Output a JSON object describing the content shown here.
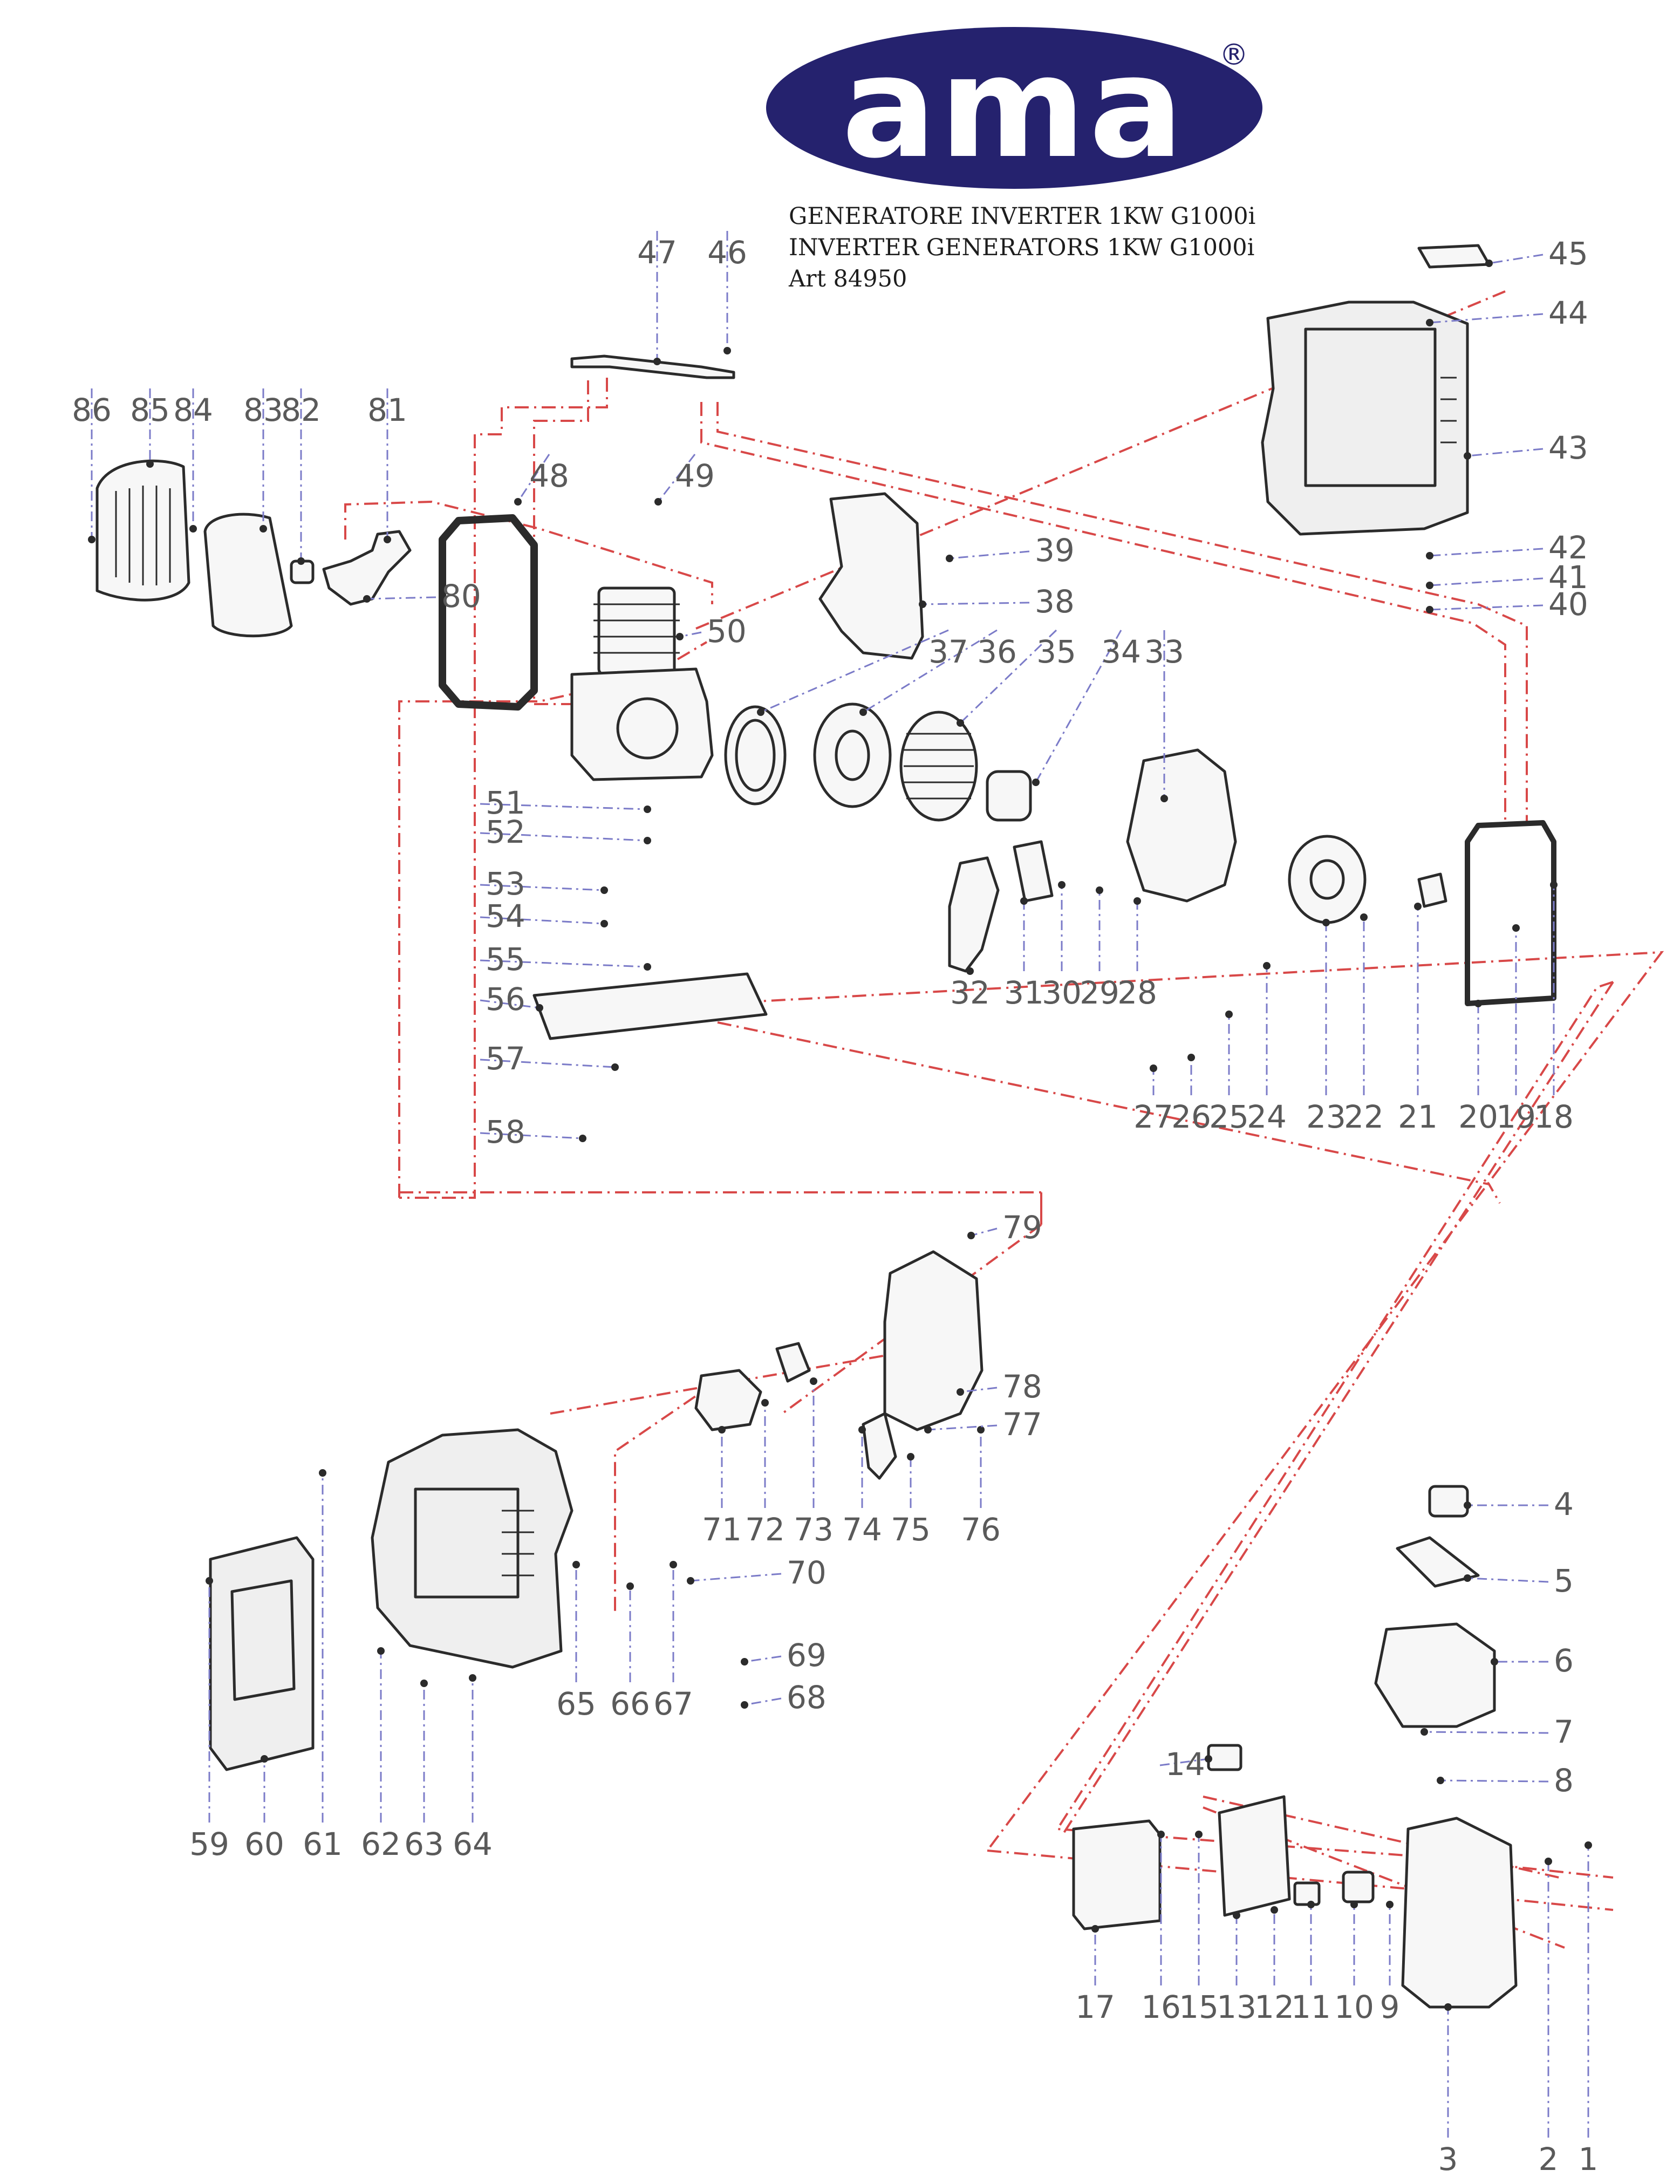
{
  "brand": {
    "name": "ama",
    "registered_mark": "®",
    "colors": {
      "oval": "#25226e",
      "text": "#ffffff"
    }
  },
  "title": {
    "line1": "GENERATORE INVERTER 1KW G1000i",
    "line2": "INVERTER GENERATORS 1KW G1000i",
    "line3": "Art 84950"
  },
  "colors": {
    "outline": "#2b2b2b",
    "callout_text": "#5a5a5a",
    "leader": "#7b7bc8",
    "assembly_line": "#d84848"
  },
  "callouts": [
    "1",
    "2",
    "3",
    "4",
    "5",
    "6",
    "7",
    "8",
    "9",
    "10",
    "11",
    "12",
    "13",
    "14",
    "15",
    "16",
    "17",
    "18",
    "19",
    "20",
    "21",
    "22",
    "23",
    "24",
    "25",
    "26",
    "27",
    "28",
    "29",
    "30",
    "31",
    "32",
    "33",
    "34",
    "35",
    "36",
    "37",
    "38",
    "39",
    "40",
    "41",
    "42",
    "43",
    "44",
    "45",
    "46",
    "47",
    "48",
    "49",
    "50",
    "51",
    "52",
    "53",
    "54",
    "55",
    "56",
    "57",
    "58",
    "59",
    "60",
    "61",
    "62",
    "63",
    "64",
    "65",
    "66",
    "67",
    "68",
    "69",
    "70",
    "71",
    "72",
    "73",
    "74",
    "75",
    "76",
    "77",
    "78",
    "79",
    "80",
    "81",
    "82",
    "83",
    "84",
    "85",
    "86"
  ]
}
